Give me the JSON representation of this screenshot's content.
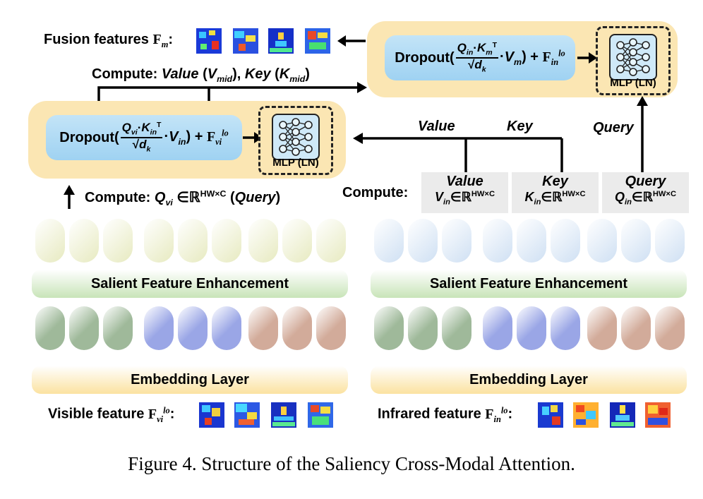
{
  "labels": {
    "fusion": "Fusion features",
    "compute_top": "Compute:",
    "value_mid": "Value",
    "key_mid": "Key",
    "compute_query": "Compute:",
    "query_word": "Query",
    "compute_right": "Compute:",
    "arrow_value": "Value",
    "arrow_key": "Key",
    "arrow_query": "Query",
    "box_value_title": "Value",
    "box_key_title": "Key",
    "box_query_title": "Query",
    "mlp": "MLP (LN)",
    "sfe": "Salient Feature Enhancement",
    "embedding": "Embedding Layer",
    "visible": "Visible feature",
    "infrared": "Infrared feature",
    "dropout": "Dropout(",
    "hw": "HW×C"
  },
  "caption": "Figure 4. Structure of the Saliency Cross-Modal Attention.",
  "colors": {
    "panel": "#fbe6b3",
    "formula": "#a8d6f3",
    "sfe": "#c8e4b8",
    "embedding": "#fbe2a0",
    "token_yellow": "#eef0cc",
    "token_blue": "#d6e6f6",
    "token_green": "#9fb99a",
    "token_purple": "#9aa6e6",
    "token_brown": "#d2ab9a"
  },
  "icons": [
    "neural-network-icon",
    "arrow-icon",
    "heatmap-thumbnail"
  ]
}
